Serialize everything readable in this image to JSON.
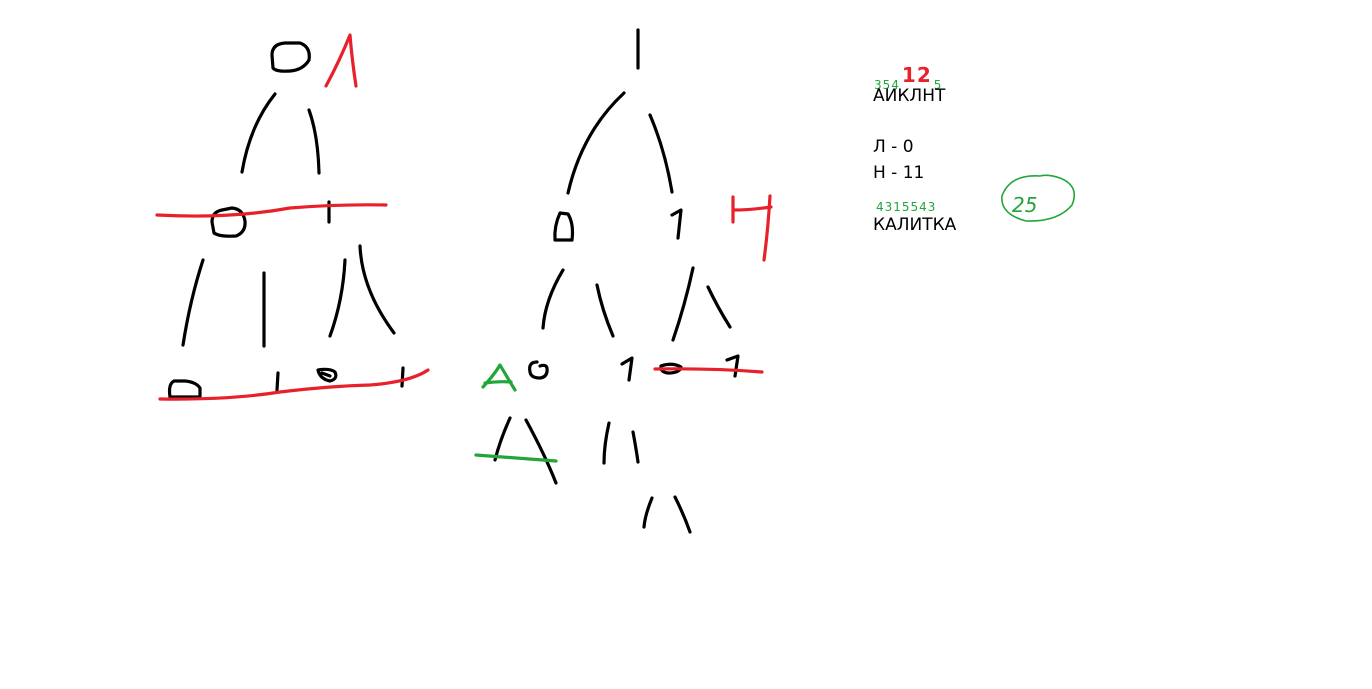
{
  "colors": {
    "ink": "#000000",
    "red": "#e8202a",
    "green": "#22a63a",
    "background": "#ffffff"
  },
  "left_tree": {
    "root_label": "0",
    "letter": "Л",
    "level1": [
      "0",
      "1"
    ],
    "level2": [
      "0",
      "1",
      "0",
      "1"
    ]
  },
  "middle_tree": {
    "root_label": "1",
    "level1": [
      "0",
      "1"
    ],
    "letter": "Н",
    "level2": [
      "0",
      "1",
      "0",
      "1"
    ],
    "letter_green": "А"
  },
  "notes": {
    "alphabet_digits_left": "354",
    "alphabet_digits_red": "12",
    "alphabet_digits_right": "5",
    "alphabet": "АИКЛНТ",
    "code_l": "Л - 0",
    "code_n": "Н - 11",
    "word_digits": "4315543",
    "word": "КАЛИТКА",
    "total": "25"
  }
}
